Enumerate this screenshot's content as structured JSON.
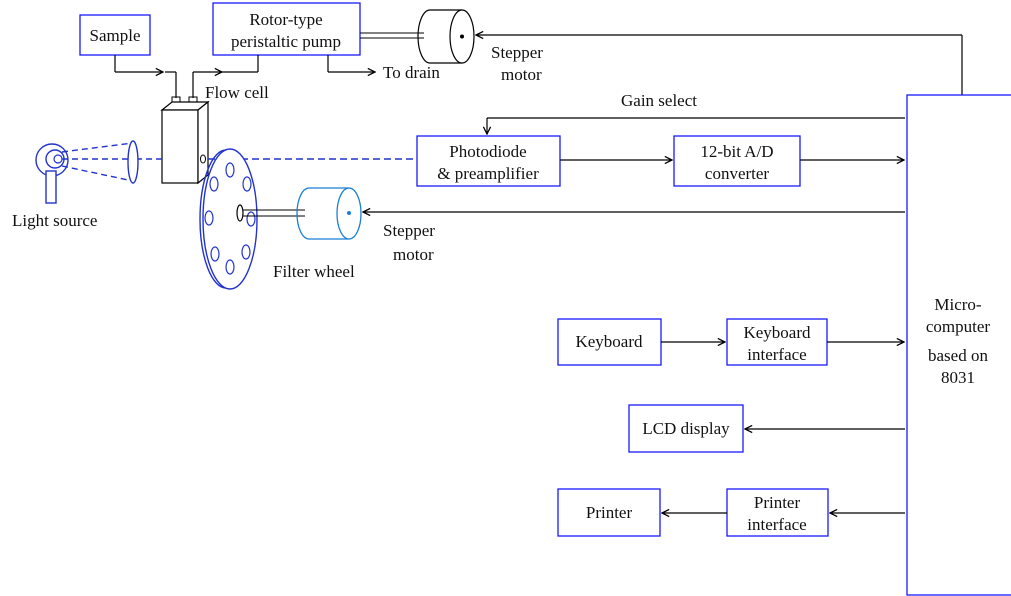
{
  "colors": {
    "box_stroke": "#1a1aff",
    "line": "#000000",
    "optical": "#2233cc",
    "motor_blue": "#1a7fd6"
  },
  "labels": {
    "sample": "Sample",
    "pump_line1": "Rotor-type",
    "pump_line2": "peristaltic pump",
    "to_drain": "To drain",
    "stepper1_line1": "Stepper",
    "stepper1_line2": "motor",
    "flow_cell": "Flow cell",
    "light_source": "Light source",
    "gain_select": "Gain select",
    "photodiode_line1": "Photodiode",
    "photodiode_line2": "& preamplifier",
    "adc_line1": "12-bit A/D",
    "adc_line2": "converter",
    "stepper2_line1": "Stepper",
    "stepper2_line2": "motor",
    "filter_wheel": "Filter wheel",
    "keyboard": "Keyboard",
    "kbd_if_line1": "Keyboard",
    "kbd_if_line2": "interface",
    "lcd": "LCD display",
    "printer": "Printer",
    "prn_if_line1": "Printer",
    "prn_if_line2": "interface",
    "micro_line1": "Micro-",
    "micro_line2": "computer",
    "micro_line3": "based on",
    "micro_line4": "8031"
  }
}
